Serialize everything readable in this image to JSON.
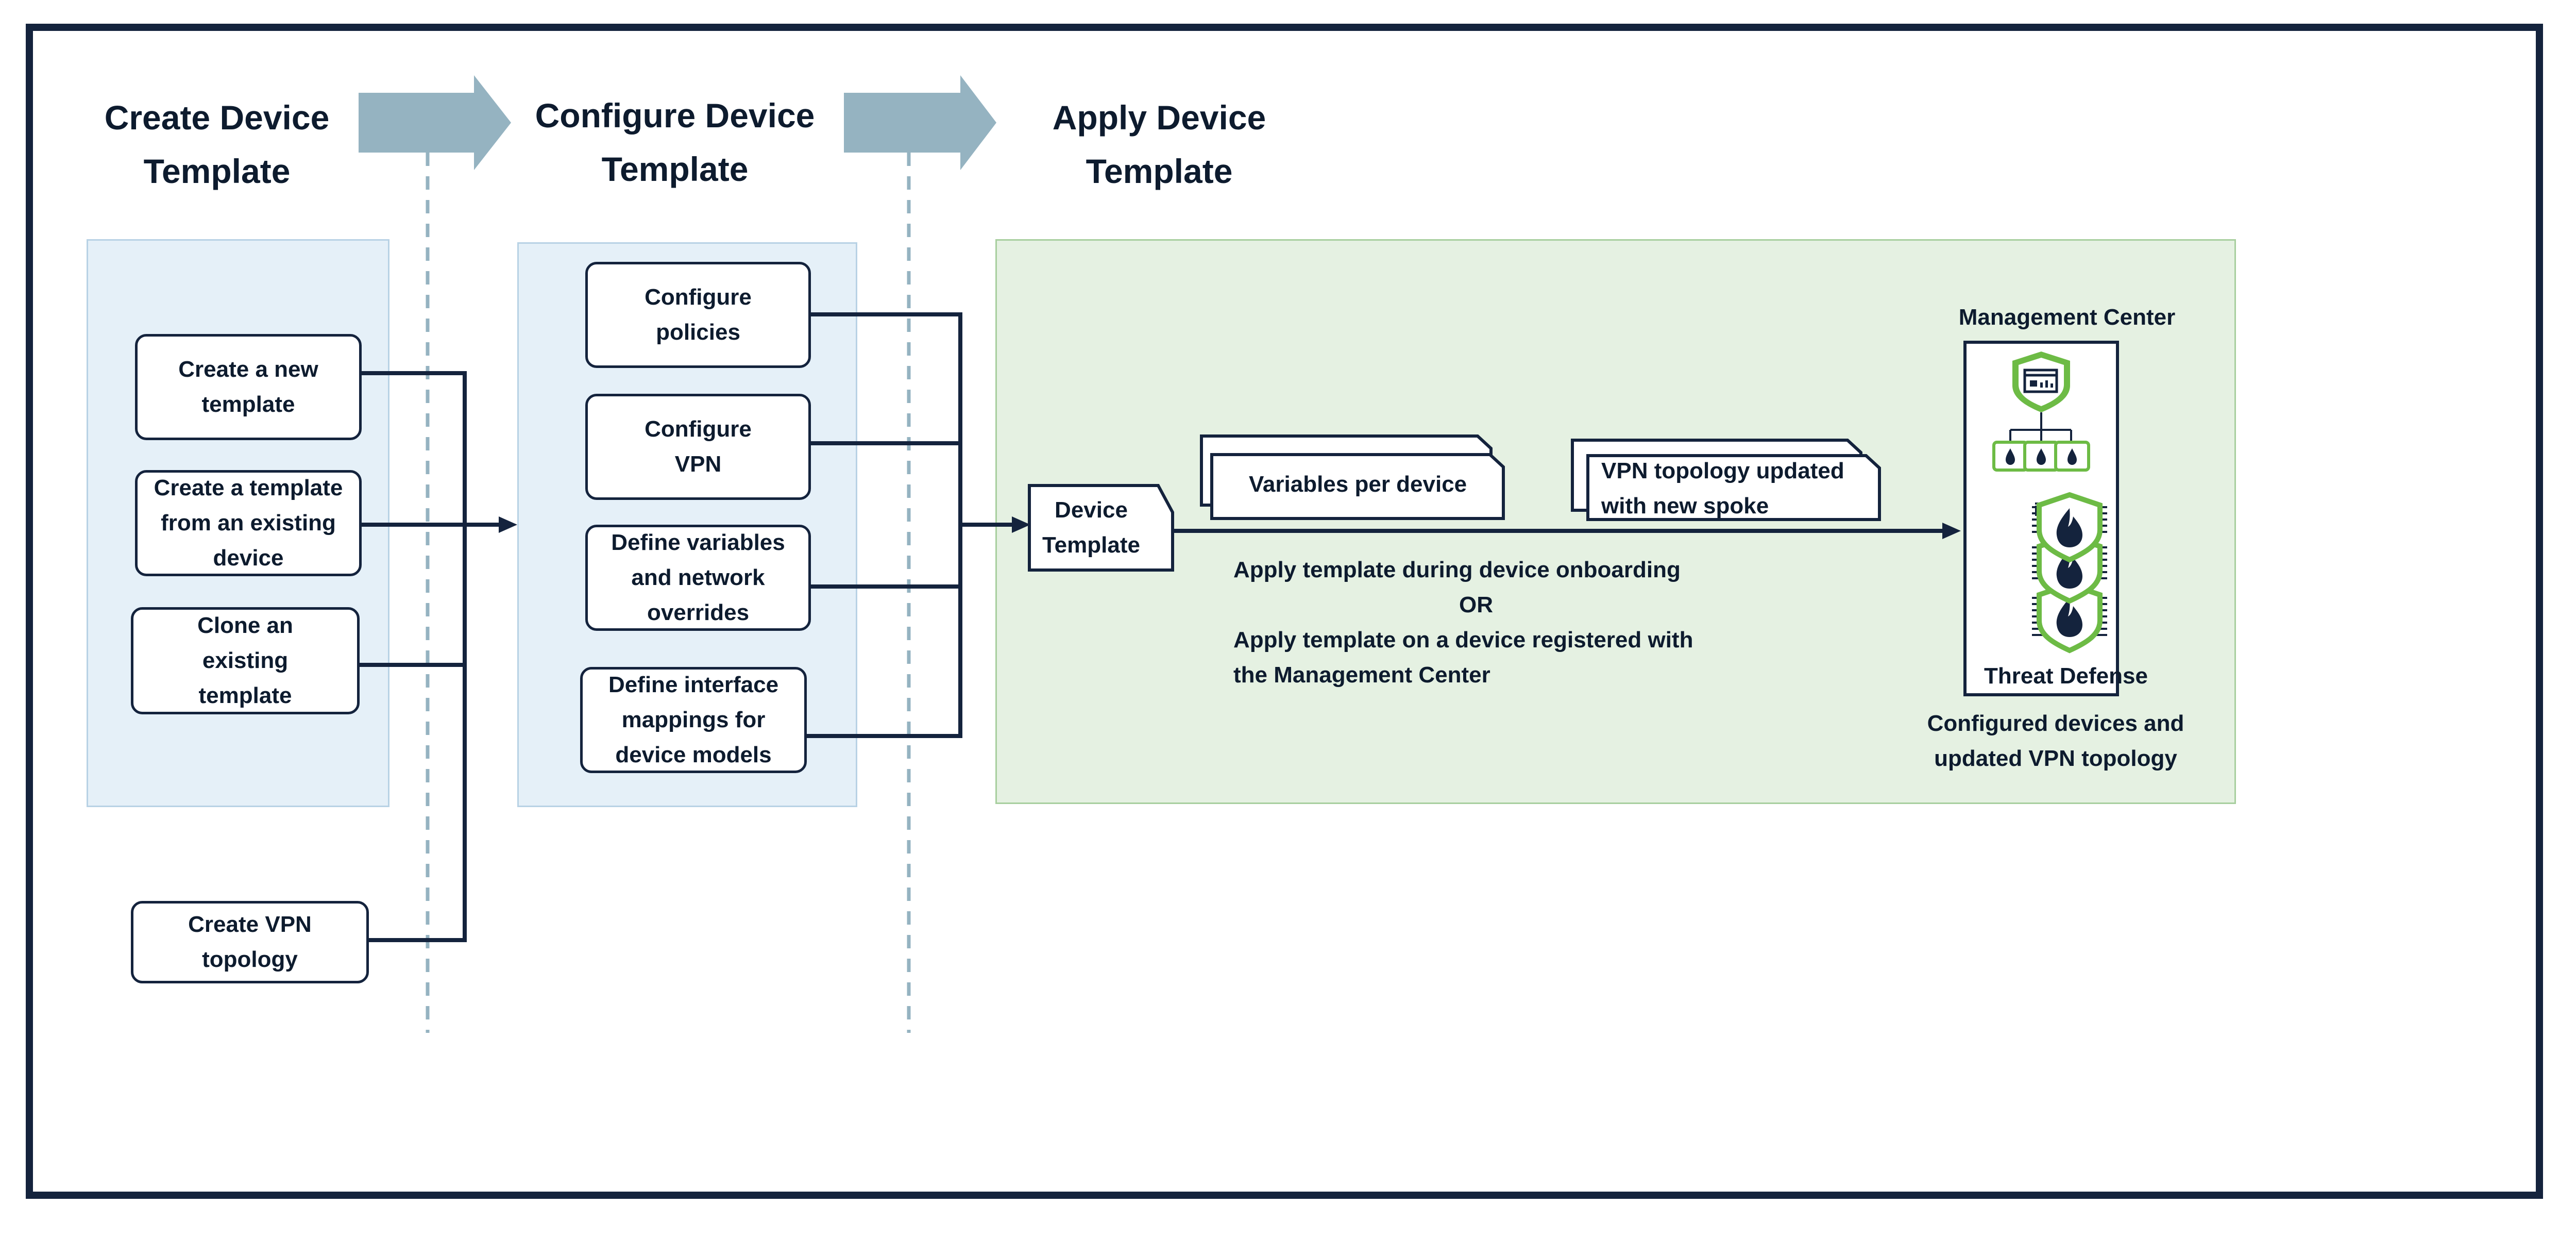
{
  "phases": {
    "create": "Create Device Template",
    "configure": "Configure Device Template",
    "apply": "Apply Device Template"
  },
  "create_steps": {
    "new_template": "Create a new template",
    "from_existing": "Create a template from an existing device",
    "clone": "Clone an existing template",
    "vpn_topology": "Create VPN topology"
  },
  "configure_steps": {
    "policies": "Configure policies",
    "vpn": "Configure VPN",
    "variables": "Define variables and network overrides",
    "interfaces": "Define interface mappings for device models"
  },
  "apply": {
    "device_template": "Device Template",
    "variables_per_device": "Variables per device",
    "vpn_updated": "VPN topology updated with new spoke",
    "line1": "Apply template during device onboarding",
    "or": "OR",
    "line2": "Apply template on a device registered with",
    "line3": "the Management Center",
    "management_center": "Management Center",
    "threat_defense": "Threat Defense",
    "result": "Configured devices and updated VPN topology"
  },
  "colors": {
    "navy": "#14233d",
    "phase_arrow": "#95b3c1",
    "blue_panel": "#e5f0f8",
    "green_panel": "#e5f1e2",
    "icon_green": "#6dbb45"
  }
}
